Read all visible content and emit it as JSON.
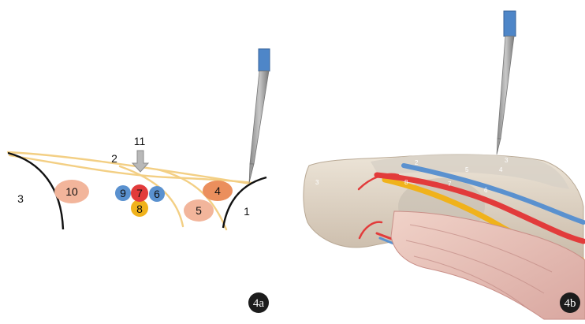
{
  "panel_a": {
    "badge": "4a",
    "labels": {
      "n1": "1",
      "n2": "2",
      "n3": "3",
      "n4": "4",
      "n5": "5",
      "n6": "6",
      "n7": "7",
      "n8": "8",
      "n9": "9",
      "n10": "10",
      "n11": "11"
    }
  },
  "panel_b": {
    "badge": "4b",
    "labels": {
      "n2": "2",
      "n3": "3",
      "n3b": "3",
      "n4": "4",
      "n5": "5",
      "n6": "6",
      "n7": "7",
      "n8": "8"
    }
  },
  "colors": {
    "fascia": "#f3cf84",
    "muscle_orange": "#eb8f5d",
    "muscle_peach": "#f2b59b",
    "vein_blue": "#5a91cf",
    "artery_red": "#e23b3b",
    "nerve_yellow": "#f0b21b",
    "needle_hub": "#4e86c8",
    "needle_shaft": "#a6a6a6",
    "badge_bg": "#1c1c1c"
  }
}
